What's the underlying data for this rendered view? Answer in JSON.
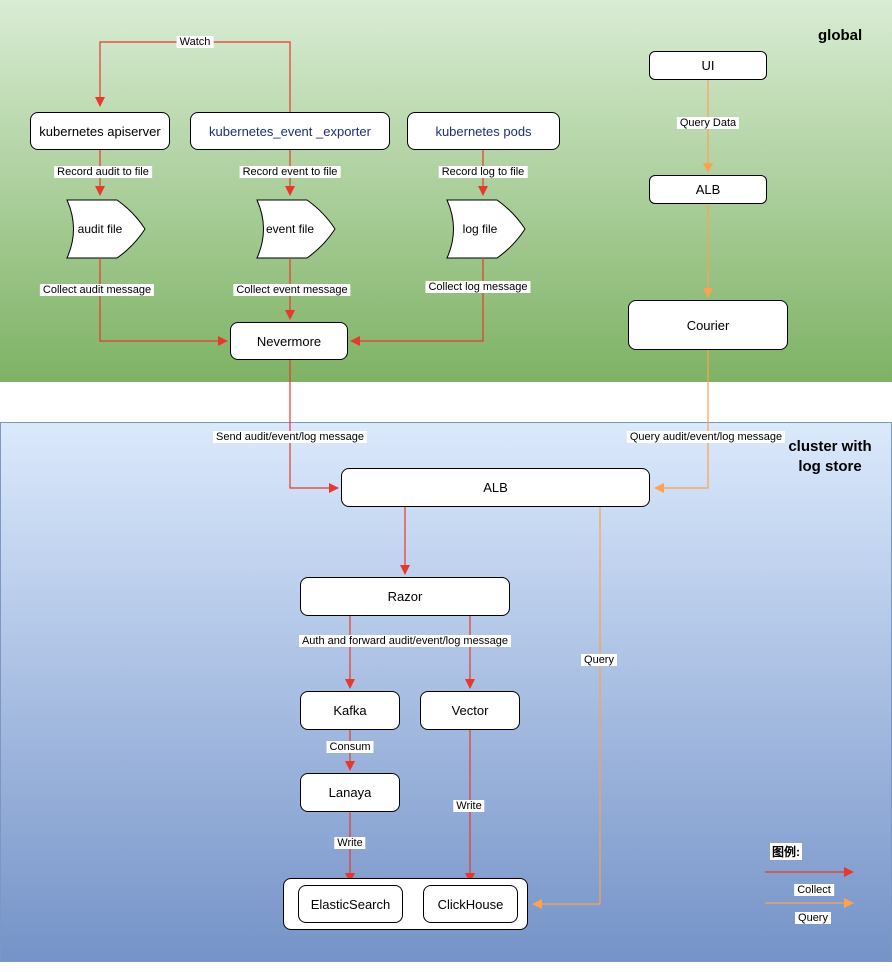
{
  "regions": {
    "global": {
      "label": "global"
    },
    "cluster": {
      "label": "cluster with log store"
    }
  },
  "nodes": {
    "apiserver": "kubernetes apiserver",
    "event_exporter": "kubernetes_event _exporter",
    "pods": "kubernetes pods",
    "audit_file": "audit file",
    "event_file": "event file",
    "log_file": "log file",
    "nevermore": "Nevermore",
    "ui": "UI",
    "alb_global": "ALB",
    "courier": "Courier",
    "alb_cluster": "ALB",
    "razor": "Razor",
    "kafka": "Kafka",
    "vector": "Vector",
    "lanaya": "Lanaya",
    "elasticsearch": "ElasticSearch",
    "clickhouse": "ClickHouse"
  },
  "edge_labels": {
    "watch": "Watch",
    "record_audit": "Record audit to file",
    "record_event": "Record event to file",
    "record_log": "Record log to file",
    "collect_audit": "Collect audit message",
    "collect_event": "Collect event message",
    "collect_log": "Collect log message",
    "query_data": "Query Data",
    "send_msg": "Send audit/event/log message",
    "query_msg": "Query audit/event/log message",
    "auth_forward": "Auth and forward audit/event/log message",
    "consum": "Consum",
    "write_left": "Write",
    "write_right": "Write",
    "query_mid": "Query"
  },
  "legend": {
    "title": "图例:",
    "collect": "Collect",
    "query": "Query"
  },
  "colors": {
    "collect_arrow": "#e8382d",
    "query_arrow": "#ffa14e",
    "green_top": "#d9ecd4",
    "green_bottom": "#7eb264",
    "blue_top": "#dbe9fc",
    "blue_bottom": "#7593c8",
    "blue_text": "#1b2f7e",
    "node_border": "#000000"
  }
}
